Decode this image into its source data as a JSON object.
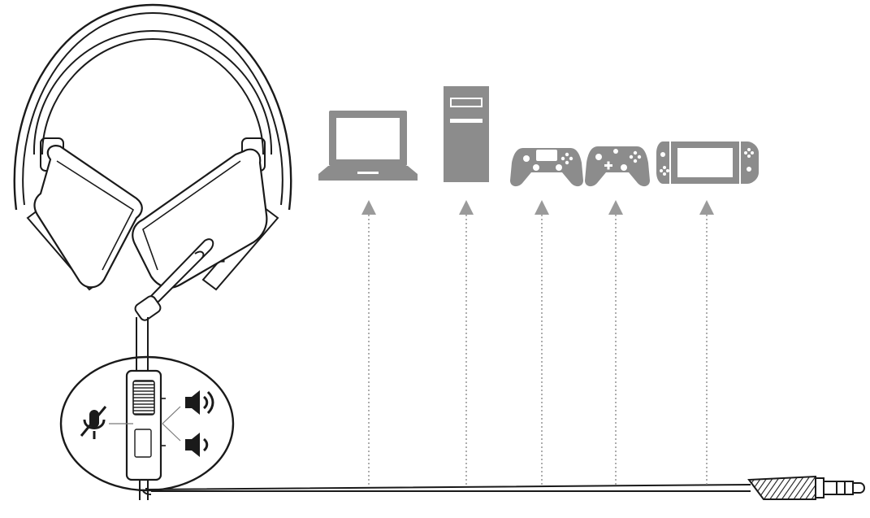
{
  "colors": {
    "line": "#1a1a1a",
    "device_fill": "#8c8c8c",
    "device_dark": "#7a7a7a",
    "arrow": "#9a9a9a",
    "background": "#ffffff"
  },
  "headset": {
    "icon": "headset-icon",
    "boom_mic_icon": "boom-microphone-icon"
  },
  "inline_control": {
    "icon": "inline-remote-icon",
    "mic_mute_icon": "microphone-mute-icon",
    "volume_up_icon": "volume-up-icon",
    "volume_down_icon": "volume-down-icon"
  },
  "cable": {
    "icon": "audio-cable-icon",
    "jack_icon": "3.5mm-jack-icon"
  },
  "devices": [
    {
      "id": "laptop",
      "icon": "laptop-icon"
    },
    {
      "id": "pc",
      "icon": "desktop-tower-icon"
    },
    {
      "id": "ps-controller",
      "icon": "playstation-controller-icon"
    },
    {
      "id": "xbox-controller",
      "icon": "xbox-controller-icon"
    },
    {
      "id": "switch",
      "icon": "nintendo-switch-icon"
    }
  ]
}
